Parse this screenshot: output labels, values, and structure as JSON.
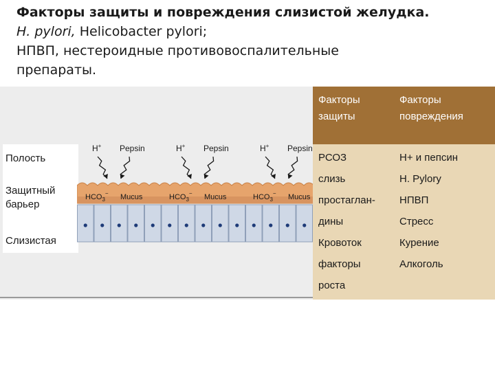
{
  "title": {
    "line1": "Факторы  защиты и повреждения слизистой желудка.",
    "line2_italic": "H. pylori,",
    "line2_rest": " Helicobacter pylori;",
    "line3": "НПВП, нестероидные противовоспалительные",
    "line4": "препараты."
  },
  "labels": {
    "cavity": "Полость",
    "barrier": "Защитный барьер",
    "mucosa": "Слизистая"
  },
  "diagram": {
    "groups": [
      {
        "h": "H",
        "hsup": "+",
        "pepsin": "Pepsin",
        "hco3": "HCO",
        "hco3sub": "3",
        "hco3sup": "−",
        "mucus": "Mucus"
      },
      {
        "h": "H",
        "hsup": "+",
        "pepsin": "Pepsin",
        "hco3": "HCO",
        "hco3sub": "3",
        "hco3sup": "−",
        "mucus": "Mucus"
      },
      {
        "h": "H",
        "hsup": "+",
        "pepsin": "Pepsin",
        "hco3": "HCO",
        "hco3sub": "3",
        "hco3sup": "−",
        "mucus": "Mucus"
      }
    ],
    "colors": {
      "mucus": "#e6a46c",
      "cell": "#cfd8e6",
      "nucleus": "#1e3b78"
    }
  },
  "table": {
    "header_protection": "Факторы защиты",
    "header_damage": "Факторы повреждения",
    "protection": [
      "РСОЗ",
      "слизь",
      "простаглан-",
      "дины",
      "Кровоток",
      "факторы",
      "роста"
    ],
    "damage": [
      "Н+ и пепсин",
      "H. Pylory",
      "НПВП",
      "Стресс",
      "Курение",
      "Алкоголь"
    ],
    "colors": {
      "header": "#a07036",
      "body": "#e9d7b5"
    }
  }
}
